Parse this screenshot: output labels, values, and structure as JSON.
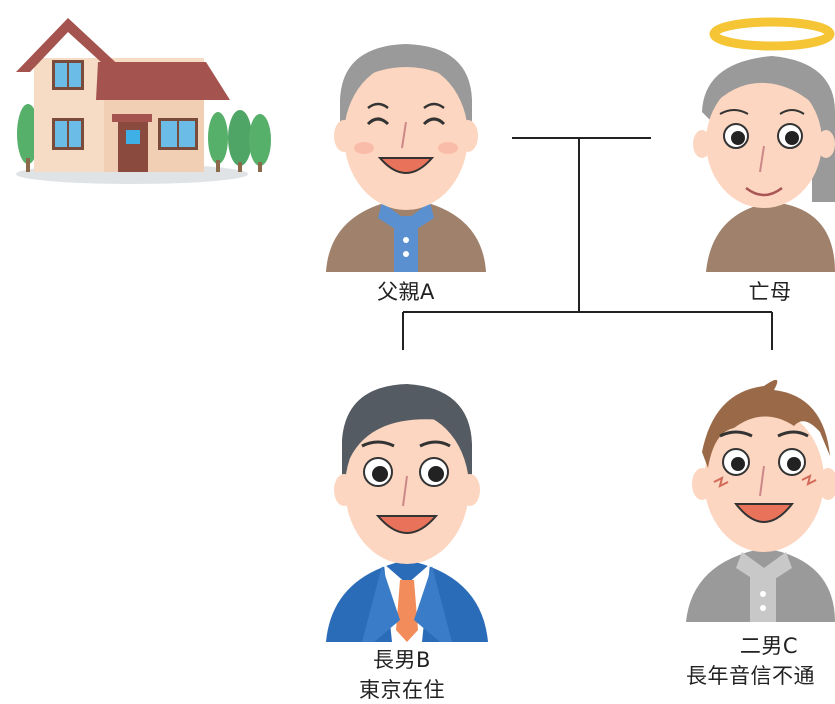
{
  "family_tree": {
    "father": {
      "label": "父親A"
    },
    "mother": {
      "label": "亡母"
    },
    "eldest_son": {
      "label": "長男B",
      "note": "東京在住"
    },
    "second_son": {
      "label": "二男C",
      "note": "長年音信不通"
    }
  },
  "colors": {
    "skin": "#fcd6c0",
    "cheek": "#f8b0a0",
    "line": "#222222",
    "suit": "#2b6cb8",
    "tie": "#f28c5a",
    "house_wall": "#f6dcc4",
    "house_roof": "#a5534e",
    "tree": "#56b06a",
    "halo": "#f5c535"
  }
}
